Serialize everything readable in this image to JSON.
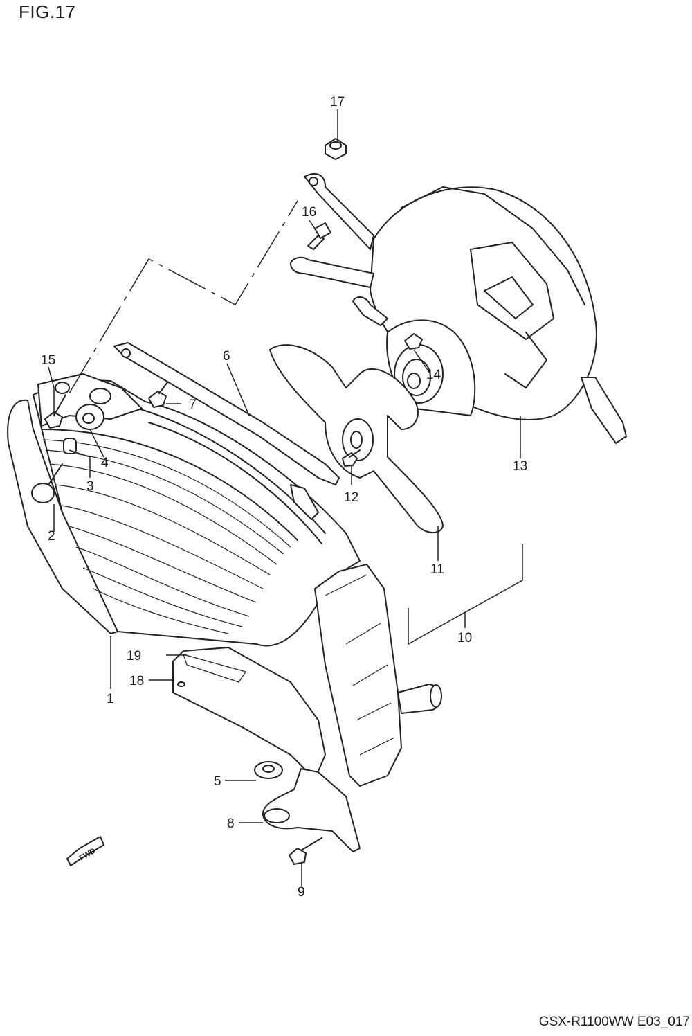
{
  "figure": {
    "title": "FIG.17",
    "code": "GSX-R1100WW  E03_017"
  },
  "fwd_badge": {
    "label": "FWD"
  },
  "callouts": [
    "1",
    "2",
    "3",
    "4",
    "5",
    "6",
    "7",
    "8",
    "9",
    "10",
    "11",
    "12",
    "13",
    "14",
    "15",
    "16",
    "17",
    "18",
    "19"
  ]
}
